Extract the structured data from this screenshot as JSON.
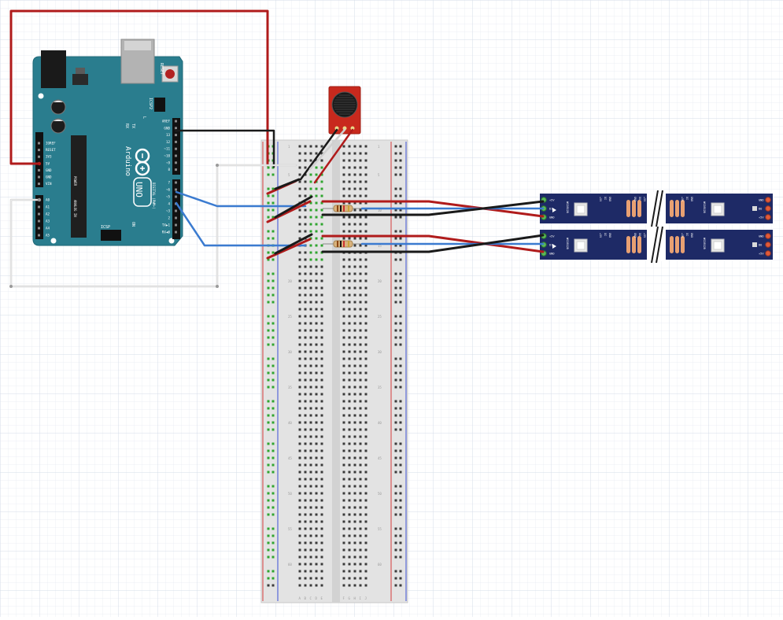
{
  "arduino": {
    "brand": "Arduino",
    "model": "UNO",
    "reset_label": "RESET",
    "icsp2_label": "ICSP2",
    "icsp_label": "ICSP",
    "on_label": "ON",
    "tx_label": "TX",
    "rx_label": "RX",
    "l_label": "L",
    "digital_label": "DIGITAL (PWM~)",
    "analog_label": "ANALOG IN",
    "power_label": "POWER",
    "digital_pins": [
      "AREF",
      "GND",
      "13",
      "12",
      "~11",
      "~10",
      "~9",
      "8",
      "7",
      "~6",
      "~5",
      "4",
      "~3",
      "2",
      "TX▶1",
      "RX◀0"
    ],
    "power_pins": [
      "IOREF",
      "RESET",
      "3V3",
      "5V",
      "GND",
      "GND",
      "VIN"
    ],
    "analog_pins": [
      "A0",
      "A1",
      "A2",
      "A3",
      "A4",
      "A5"
    ]
  },
  "breadboard": {
    "row_numbers": [
      "1",
      "5",
      "10",
      "15",
      "20",
      "25",
      "30",
      "35",
      "40",
      "45",
      "50",
      "55",
      "60"
    ],
    "column_letters": [
      "A",
      "B",
      "C",
      "D",
      "E",
      "F",
      "G",
      "H",
      "I",
      "J"
    ]
  },
  "led_strip": {
    "chip_label": "WS2812B",
    "input_pads": [
      "+5V",
      "DI",
      "GND"
    ],
    "output_pads": [
      "GND",
      "DO",
      "+5V"
    ]
  },
  "colors": {
    "arduino_board": "#2a7d8e",
    "microphone_board": "#c8291d",
    "led_strip": "#1e2a66",
    "wire_red": "#b01b1b",
    "wire_black": "#1a1a1a",
    "wire_blue": "#3b7bd0",
    "wire_white": "#d0d0d0",
    "rail_red": "#d63b3b",
    "rail_blue": "#3b4fd6"
  }
}
